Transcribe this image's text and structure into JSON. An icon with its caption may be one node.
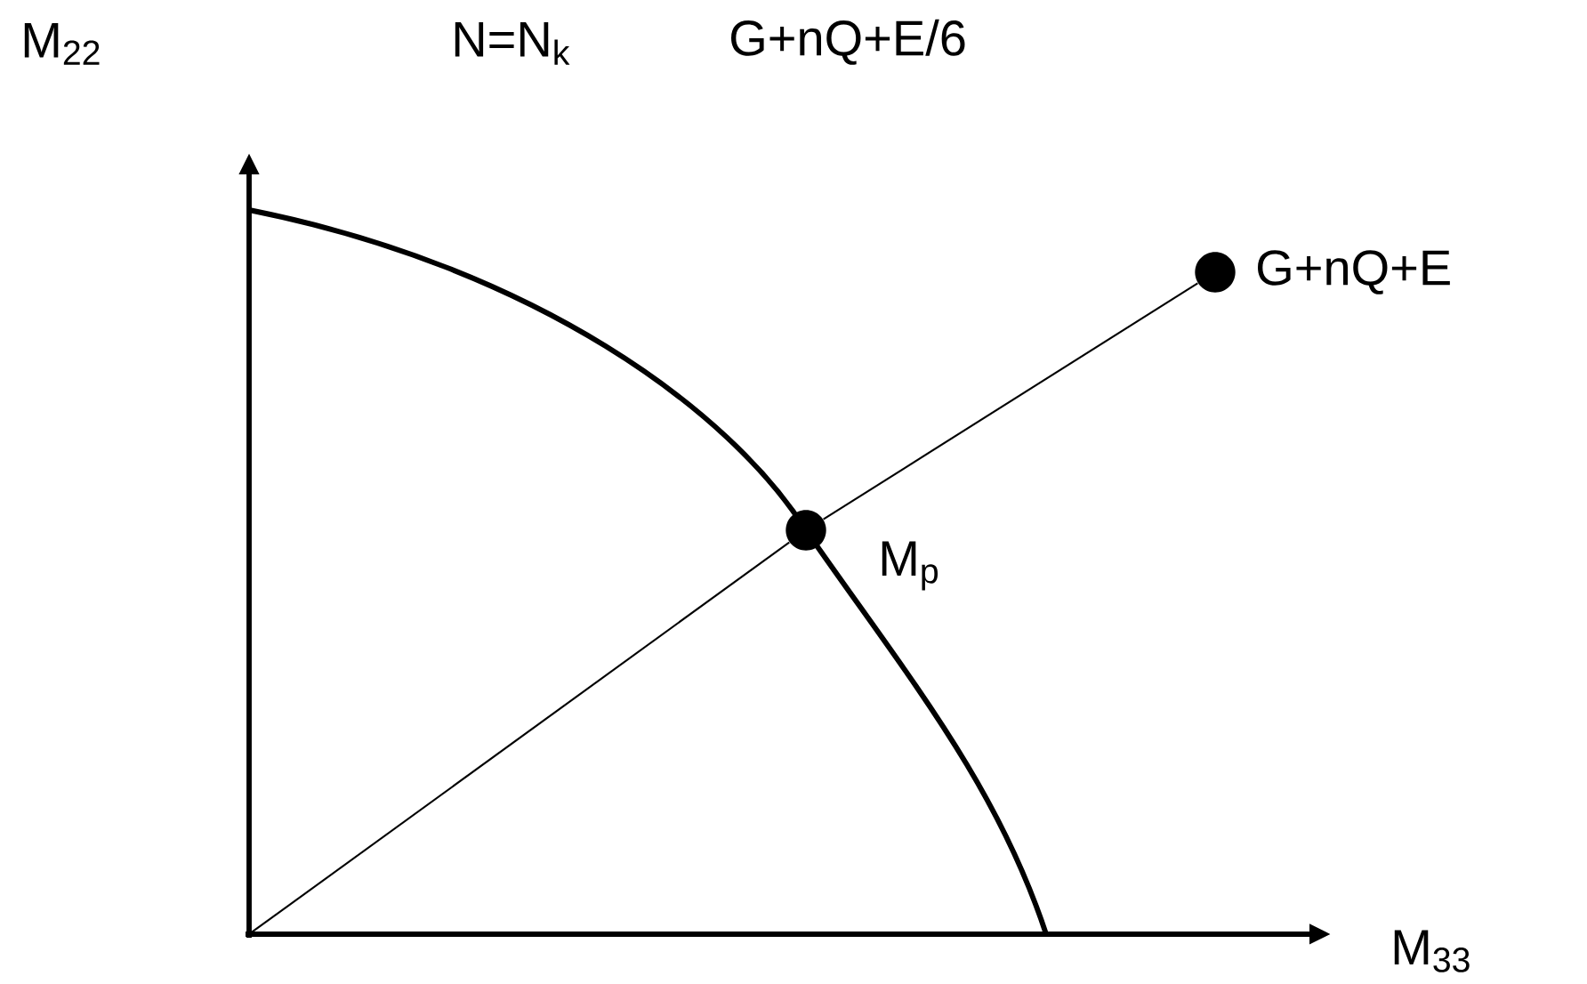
{
  "diagram": {
    "nodes": [
      {
        "text": [],
        "shape": "circle",
        "beside": [
          "G+nQ+E"
        ]
      },
      {
        "text": [],
        "shape": "circle",
        "beside": [
          "M$_{p}$"
        ]
      }
    ],
    "edges": [
      {
        "from": null,
        "to": 1,
        "arrow": "none"
      },
      {
        "from": 1,
        "to": 0,
        "arrow": "none"
      }
    ],
    "labels": [
      "M$_{22}$",
      "N=N$_{k}$",
      "G+nQ+E/6",
      "M$_{33}$"
    ]
  }
}
